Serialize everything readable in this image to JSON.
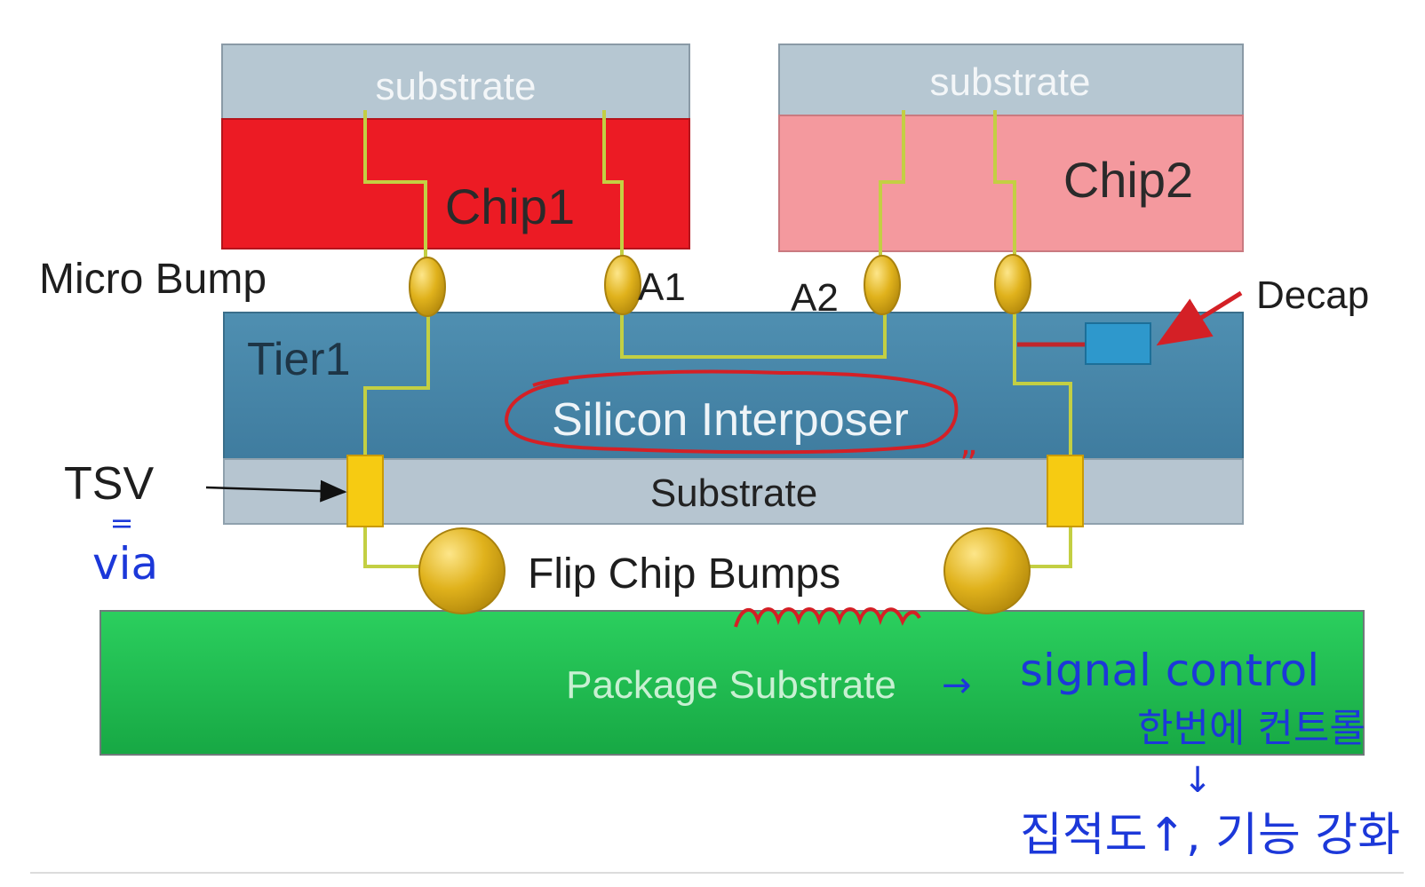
{
  "diagram": {
    "chip1": {
      "substrate_label": "substrate",
      "label": "Chip1"
    },
    "chip2": {
      "substrate_label": "substrate",
      "label": "Chip2"
    },
    "micro_bump_label": "Micro Bump",
    "a1_label": "A1",
    "a2_label": "A2",
    "decap_label": "Decap",
    "tier_label": "Tier1",
    "interposer_label": "Silicon Interposer",
    "interposer_substrate_label": "Substrate",
    "tsv_label": "TSV",
    "flip_chip_label": "Flip Chip Bumps",
    "package_substrate_label": "Package Substrate"
  },
  "annotations": {
    "equals_mark": "=",
    "via": "via",
    "signal_control": "signal control",
    "korean_line1": "한번에 컨트롤",
    "down_arrow": "↓",
    "korean_line2": "집적도↑, 기능 강화",
    "ditto_mark": "”"
  },
  "colors": {
    "chip1": "#ec1b24",
    "chip2": "#f4999e",
    "top_substrate": "#b6c7d2",
    "interposer": "#4a88aa",
    "interposer_substrate": "#b6c5d0",
    "package": "#1fbc50",
    "wire": "#c3cf43",
    "bump": "#e0b21c",
    "tsv": "#f6cb12",
    "decap": "#2e98cc",
    "ink_blue": "#1c38d9",
    "ink_red": "#d42026"
  }
}
